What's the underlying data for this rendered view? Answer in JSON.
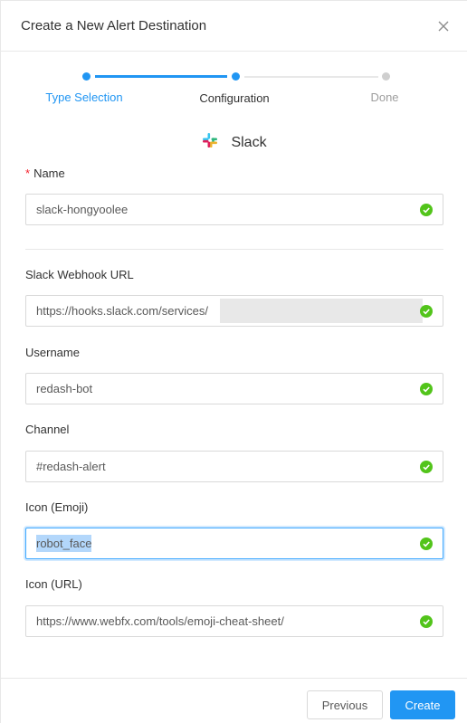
{
  "dialog": {
    "title": "Create a New Alert Destination"
  },
  "steps": [
    {
      "label": "Type Selection",
      "state": "done"
    },
    {
      "label": "Configuration",
      "state": "active"
    },
    {
      "label": "Done",
      "state": "wait"
    }
  ],
  "destination": {
    "name": "Slack",
    "icon": "slack-logo-icon"
  },
  "form": {
    "name": {
      "label": "Name",
      "required_mark": "*",
      "value": "slack-hongyoolee"
    },
    "webhook": {
      "label": "Slack Webhook URL",
      "value": "https://hooks.slack.com/services/"
    },
    "username": {
      "label": "Username",
      "value": "redash-bot"
    },
    "channel": {
      "label": "Channel",
      "value": "#redash-alert"
    },
    "icon_emoji": {
      "label": "Icon (Emoji)",
      "value": "robot_face"
    },
    "icon_url": {
      "label": "Icon (URL)",
      "value": "https://www.webfx.com/tools/emoji-cheat-sheet/"
    }
  },
  "footer": {
    "previous_label": "Previous",
    "create_label": "Create"
  },
  "colors": {
    "primary": "#2196f3",
    "success": "#52c41a"
  }
}
